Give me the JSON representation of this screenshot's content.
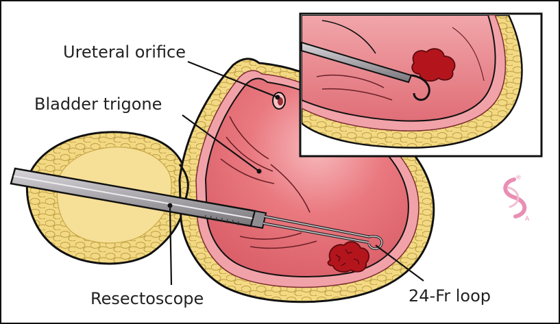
{
  "labels": {
    "ureteral_orifice": "Ureteral orifice",
    "bladder_trigone": "Bladder trigone",
    "resectoscope": "Resectoscope",
    "loop": "24-Fr loop"
  },
  "logo": {
    "registered_mark": "®",
    "letter": "A"
  },
  "colors": {
    "bladder_inner": "#e36f78",
    "bladder_highlight": "#f6b3b7",
    "mucosa_band": "#f1a2a8",
    "wall_fat": "#f2d67c",
    "prostate": "#f4d98a",
    "tumor": "#b4151d",
    "scope_metal": "#a8a6aa",
    "scope_dark": "#6f6d72",
    "logo_pink": "#e98fb3"
  }
}
